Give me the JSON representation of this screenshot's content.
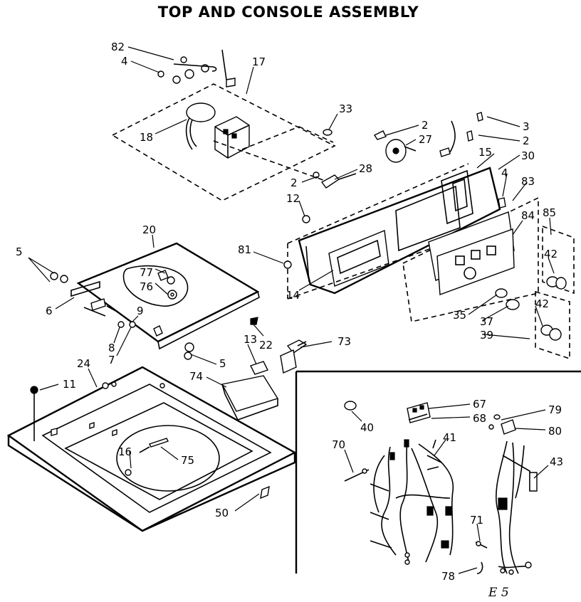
{
  "title": "TOP AND CONSOLE ASSEMBLY",
  "code": "E 5",
  "callouts": [
    "82",
    "4",
    "17",
    "33",
    "18",
    "2",
    "3",
    "2",
    "27",
    "15",
    "30",
    "28",
    "2",
    "4",
    "83",
    "12",
    "85",
    "20",
    "84",
    "81",
    "42",
    "5",
    "77",
    "76",
    "14",
    "35",
    "42",
    "37",
    "39",
    "6",
    "9",
    "13",
    "73",
    "8",
    "7",
    "5",
    "22",
    "24",
    "74",
    "11",
    "67",
    "40",
    "68",
    "79",
    "80",
    "41",
    "70",
    "16",
    "75",
    "43",
    "71",
    "50",
    "78"
  ]
}
